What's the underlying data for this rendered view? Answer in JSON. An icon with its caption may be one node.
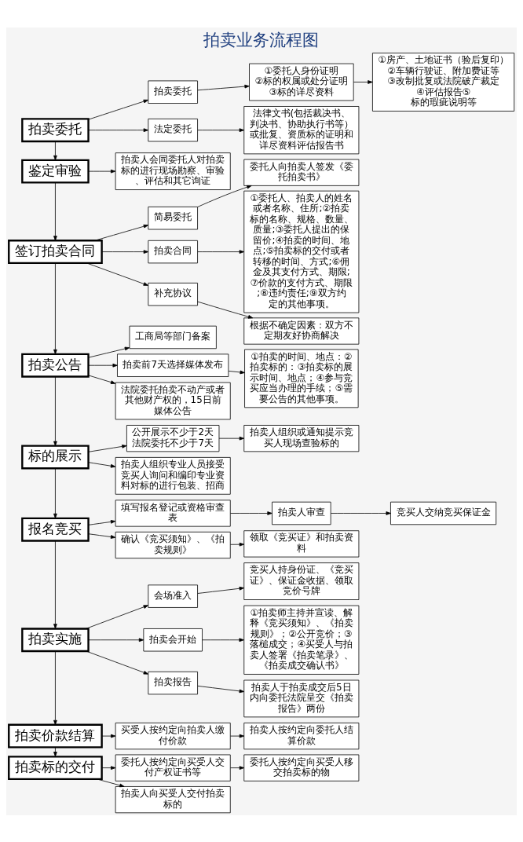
{
  "diagram": {
    "title": "拍卖业务流程图",
    "nodes": [
      {
        "text": [
          "拍卖委托"
        ]
      },
      {
        "text": [
          "拍卖委托"
        ]
      },
      {
        "text": [
          "①委托人身份证明②标的权属或处分证明③标的详尽资料"
        ]
      },
      {
        "text": [
          "①房产、土地证书（验后复印）②车辆行驶证、附加费证等③改制批复或法院破产裁定④评估报告⑤标的瑕疵说明等"
        ]
      },
      {
        "text": [
          "法定委托"
        ]
      },
      {
        "text": [
          "法律文书(包括裁决书、判决书、协助执行书等）或批复、资质标的证明和详尽资料评估报告书"
        ]
      },
      {
        "text": [
          "鉴定审验"
        ]
      },
      {
        "text": [
          "拍卖人会同委托人对拍卖标的进行现场勘察、审验、评估和其它询证"
        ]
      },
      {
        "text": [
          "签订拍卖合同"
        ]
      },
      {
        "text": [
          "简易委托"
        ]
      },
      {
        "text": [
          "委托人向拍卖人签发《委托拍卖书》"
        ]
      },
      {
        "text": [
          "拍卖合同"
        ]
      },
      {
        "text": [
          "①委托人、拍卖人的姓名或者名称、住所;②拍卖标的名称、规格、数量、质量;③委托人提出的保留价;④拍卖的时间、地点;⑤拍卖标的交付或者转移的时间、方式;⑥佣金及其支付方式、期限;⑦价款的支付方式、期限;⑧违约责任;⑨双方约定的其他事项。"
        ]
      },
      {
        "text": [
          "补充协议"
        ]
      },
      {
        "text": [
          "根据不确定因素：双方不定期友好协商解决"
        ]
      },
      {
        "text": [
          "拍卖公告"
        ]
      },
      {
        "text": [
          "工商局等部门备案"
        ]
      },
      {
        "text": [
          "拍卖前7天选择媒体发布"
        ]
      },
      {
        "text": [
          "①拍卖的时间、地点：②拍卖标的：③拍卖标的展示时间、地点；④参与竞买应当办理的手续；⑤需要公告的其他事项。"
        ]
      },
      {
        "text": [
          "法院委托拍卖不动产或者其他财产权的，15日前媒体公告"
        ]
      },
      {
        "text": [
          "标的展示"
        ]
      },
      {
        "text": [
          "公开展示不少于2天法院委托不少于7天"
        ]
      },
      {
        "text": [
          "拍卖人组织或通知提示竞买人现场查验标的"
        ]
      },
      {
        "text": [
          "拍卖人组织专业人员接受竞买人询问和编印专业资料对标的进行包装、招商"
        ]
      },
      {
        "text": [
          "报名竞买"
        ]
      },
      {
        "text": [
          "填写报名登记或资格审查表"
        ]
      },
      {
        "text": [
          "拍卖人审查"
        ]
      },
      {
        "text": [
          "竞买人交纳竞买保证金"
        ]
      },
      {
        "text": [
          "确认《竞买须知》、《拍卖规则》"
        ]
      },
      {
        "text": [
          "领取《竞买证》和拍卖资料"
        ]
      },
      {
        "text": [
          "拍卖实施"
        ]
      },
      {
        "text": [
          "会场准入"
        ]
      },
      {
        "text": [
          "竞买人持身份证、《竞买证》、保证金收据、领取竞价号牌"
        ]
      },
      {
        "text": [
          "拍卖会开始"
        ]
      },
      {
        "text": [
          "①拍卖师主持并宣读、解释《竞买须知》、《拍卖规则》；②公开竞价；③落槌成交；④买受人与拍卖人签署《拍卖笔录》、《拍卖成交确认书》"
        ]
      },
      {
        "text": [
          "拍卖报告"
        ]
      },
      {
        "text": [
          "拍卖人于拍卖成交后5日内向委托法院呈交《拍卖报告》两份"
        ]
      },
      {
        "text": [
          "拍卖价款结算"
        ]
      },
      {
        "text": [
          "买受人按约定向拍卖人缴付价款"
        ]
      },
      {
        "text": [
          "拍卖人按约定向委托人结算价款"
        ]
      },
      {
        "text": [
          "拍卖标的交付"
        ]
      },
      {
        "text": [
          "委托人按约定向买受人交付产权证书等"
        ]
      },
      {
        "text": [
          "委托人按约定向买受人移交拍卖标的物"
        ]
      },
      {
        "text": [
          "拍卖人向买受人交付拍卖标的"
        ]
      }
    ],
    "edges": [
      {
        "from": 0,
        "to": 6,
        "arrow": "to"
      },
      {
        "from": 6,
        "to": 8,
        "arrow": "to"
      },
      {
        "from": 8,
        "to": 15,
        "arrow": "to"
      },
      {
        "from": 15,
        "to": 20,
        "arrow": "to"
      },
      {
        "from": 20,
        "to": 24,
        "arrow": "to"
      },
      {
        "from": 24,
        "to": 30,
        "arrow": "to"
      },
      {
        "from": 30,
        "to": 37,
        "arrow": "to"
      },
      {
        "from": 37,
        "to": 40,
        "arrow": "to"
      },
      {
        "from": 0,
        "to": 1,
        "arrow": "to"
      },
      {
        "from": 0,
        "to": 4,
        "arrow": "to"
      },
      {
        "from": 1,
        "to": 2,
        "arrow": "to"
      },
      {
        "from": 2,
        "to": 3,
        "arrow": "to"
      },
      {
        "from": 4,
        "to": 5,
        "arrow": "to"
      },
      {
        "from": 6,
        "to": 7,
        "arrow": "to"
      },
      {
        "from": 8,
        "to": 9,
        "arrow": "to"
      },
      {
        "from": 8,
        "to": 11,
        "arrow": "to"
      },
      {
        "from": 8,
        "to": 13,
        "arrow": "to"
      },
      {
        "from": 9,
        "to": 10,
        "arrow": "to"
      },
      {
        "from": 11,
        "to": 12,
        "arrow": "to"
      },
      {
        "from": 13,
        "to": 14,
        "arrow": "to"
      },
      {
        "from": 15,
        "to": 16,
        "arrow": "to"
      },
      {
        "from": 15,
        "to": 17,
        "arrow": "to"
      },
      {
        "from": 15,
        "to": 19,
        "arrow": "to"
      },
      {
        "from": 17,
        "to": 18,
        "arrow": "to"
      },
      {
        "from": 20,
        "to": 21,
        "arrow": "to"
      },
      {
        "from": 20,
        "to": 23,
        "arrow": "to"
      },
      {
        "from": 21,
        "to": 22,
        "arrow": "to"
      },
      {
        "from": 24,
        "to": 25,
        "arrow": "to"
      },
      {
        "from": 24,
        "to": 28,
        "arrow": "to"
      },
      {
        "from": 25,
        "to": 26,
        "arrow": "to"
      },
      {
        "from": 26,
        "to": 27,
        "arrow": "to"
      },
      {
        "from": 28,
        "to": 29,
        "arrow": "to"
      },
      {
        "from": 30,
        "to": 31,
        "arrow": "to"
      },
      {
        "from": 30,
        "to": 33,
        "arrow": "to"
      },
      {
        "from": 30,
        "to": 35,
        "arrow": "to"
      },
      {
        "from": 31,
        "to": 32,
        "arrow": "to"
      },
      {
        "from": 33,
        "to": 34,
        "arrow": "to"
      },
      {
        "from": 35,
        "to": 36,
        "arrow": "to"
      },
      {
        "from": 37,
        "to": 38,
        "arrow": "to"
      },
      {
        "from": 38,
        "to": 39,
        "arrow": "to"
      },
      {
        "from": 40,
        "to": 41,
        "arrow": "to"
      },
      {
        "from": 40,
        "to": 43,
        "arrow": "to"
      },
      {
        "from": 41,
        "to": 42,
        "arrow": "to"
      }
    ]
  }
}
